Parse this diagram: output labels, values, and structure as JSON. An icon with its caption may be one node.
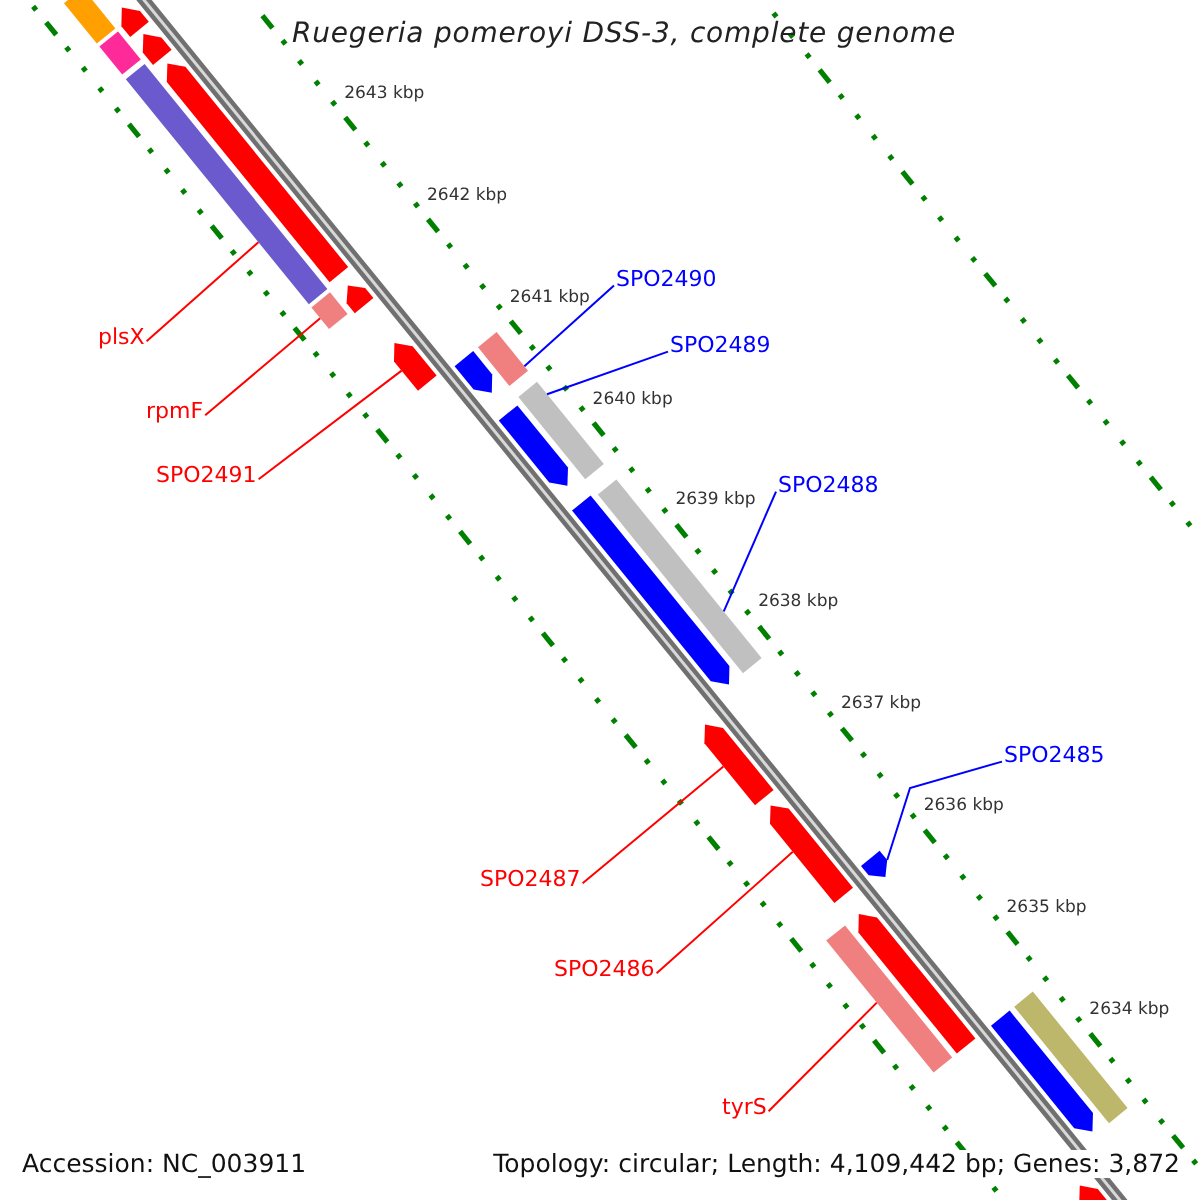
{
  "diagram": {
    "title": "Ruegeria pomeroyi DSS-3, complete genome",
    "nodes": [
      {
        "text": [
          "SPO2490"
        ]
      },
      {
        "text": [
          "plsX"
        ]
      },
      {
        "text": [
          "SPO2489"
        ]
      },
      {
        "text": [
          "rpmF"
        ]
      },
      {
        "text": [
          "SPO2491"
        ]
      },
      {
        "text": [
          "SPO2488"
        ]
      },
      {
        "text": [
          "SPO2485"
        ]
      },
      {
        "text": [
          "SPO2487"
        ]
      },
      {
        "text": [
          "SPO2486"
        ]
      },
      {
        "text": [
          "tyrS"
        ]
      },
      {
        "text": [],
        "shape": "bar"
      },
      {
        "text": [],
        "shape": "arrow"
      },
      {
        "text": [],
        "shape": "bar"
      },
      {
        "text": [],
        "shape": "arrow"
      },
      {
        "text": [],
        "shape": "bar"
      },
      {
        "text": [],
        "shape": "arrow"
      },
      {
        "text": [],
        "shape": "bar"
      },
      {
        "text": [],
        "shape": "arrow"
      },
      {
        "text": [],
        "shape": "arrow"
      },
      {
        "text": [],
        "shape": "arrow"
      },
      {
        "text": [],
        "shape": "bar"
      },
      {
        "text": [],
        "shape": "bar"
      },
      {
        "text": [],
        "shape": "arrow"
      },
      {
        "text": [],
        "shape": "arrow"
      },
      {
        "text": [],
        "shape": "bar"
      },
      {
        "text": [],
        "shape": "arrow"
      },
      {
        "text": [],
        "shape": "arrow"
      },
      {
        "text": [],
        "shape": "arrow"
      },
      {
        "text": [],
        "shape": "arrow"
      },
      {
        "text": [],
        "shape": "bar"
      },
      {
        "text": [],
        "shape": "arrow"
      },
      {
        "text": [],
        "shape": "bar"
      },
      {
        "text": [],
        "shape": "arrow"
      }
    ],
    "edges": [
      {
        "from": 0,
        "to": 20,
        "arrow": "none",
        "color": "#0000ff"
      },
      {
        "from": 1,
        "to": 14,
        "arrow": "none"
      },
      {
        "from": 2,
        "to": 21,
        "arrow": "none",
        "color": "#0000ff"
      },
      {
        "from": 3,
        "to": 16,
        "arrow": "none"
      },
      {
        "from": 4,
        "to": 18,
        "arrow": "none"
      },
      {
        "from": 5,
        "to": 24,
        "arrow": "none",
        "color": "#0000ff"
      },
      {
        "from": 6,
        "to": 27,
        "arrow": "none",
        "color": "#0000ff"
      },
      {
        "from": 7,
        "to": 25,
        "arrow": "none"
      },
      {
        "from": 8,
        "to": 26,
        "arrow": "none"
      },
      {
        "from": 9,
        "to": 29,
        "arrow": "none"
      }
    ],
    "labels": [
      "2643 kbp",
      "2642 kbp",
      "2641 kbp",
      "2640 kbp",
      "2639 kbp",
      "2638 kbp",
      "2637 kbp",
      "2636 kbp",
      "2635 kbp",
      "2634 kbp",
      "Accession: NC_003911",
      "Topology: circular; Length: 4,109,442 bp; Genes: 3,872"
    ]
  }
}
